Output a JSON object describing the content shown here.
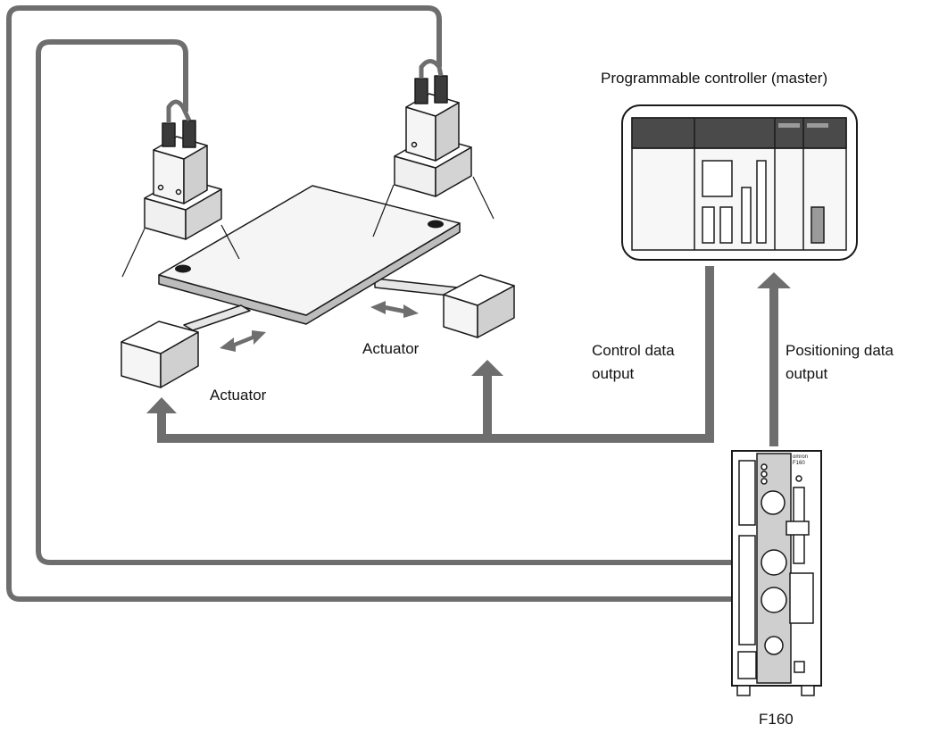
{
  "labels": {
    "plc_title": "Programmable controller (master)",
    "actuator_left": "Actuator",
    "actuator_right": "Actuator",
    "control_output_line1": "Control data",
    "control_output_line2": "output",
    "positioning_output_line1": "Positioning data",
    "positioning_output_line2": "output",
    "controller_name": "F160",
    "controller_brand": "omron",
    "controller_model": "F160"
  },
  "colors": {
    "arrow_gray": "#6e6e6e",
    "cable_gray": "#6e6e6e",
    "light_face": "#f3f3f3",
    "mid_face": "#d9d9d9",
    "plc_dark_band": "#4a4a4a",
    "outline": "#1a1a1a"
  },
  "icons": [
    "camera-icon",
    "actuator-icon",
    "plc-icon",
    "controller-icon",
    "double-arrow-icon"
  ]
}
